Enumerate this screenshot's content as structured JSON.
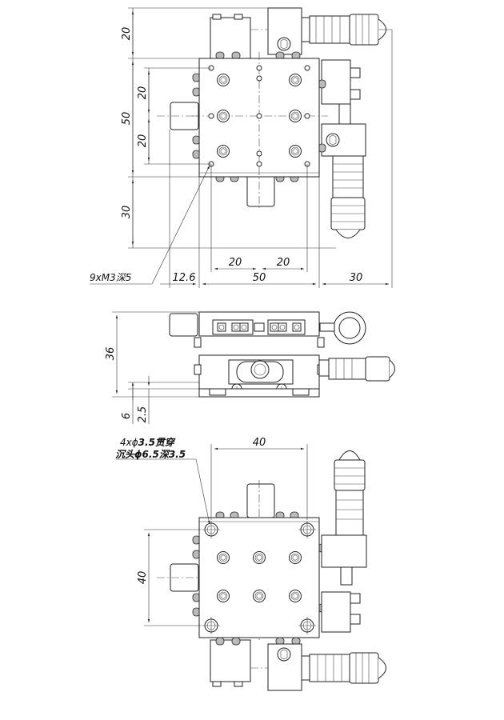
{
  "top_view": {
    "dims": {
      "height_top": "20",
      "height_mid": "50",
      "inner_upper": "20",
      "inner_lower": "20",
      "height_bottom": "30",
      "width_left_20": "20",
      "width_right_20": "20",
      "offset_left": "12.6",
      "width_main": "50",
      "width_right": "30"
    },
    "callout": "9xM3深5"
  },
  "side_view": {
    "dims": {
      "height_total": "36",
      "height_base": "6",
      "height_gap": "2.5"
    }
  },
  "bottom_view": {
    "dims": {
      "width_holes": "40",
      "height_holes": "40"
    },
    "callout_line1_pre": "4xϕ",
    "callout_line1_bold": "3.5贯穿",
    "callout_line2_pre": "沉头ϕ6.5",
    "callout_line2_bold": "深3.5"
  }
}
